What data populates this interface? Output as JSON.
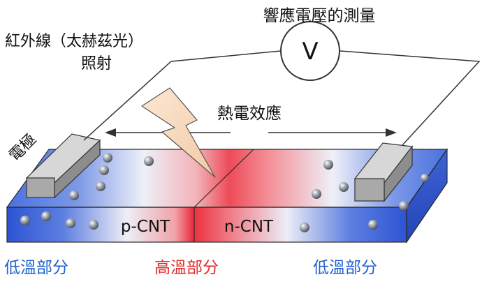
{
  "title": "響應電壓的測量",
  "illumination": {
    "line1": "紅外線（太赫茲光）",
    "line2": "照射"
  },
  "voltmeter_symbol": "V",
  "effect_label": "熱電效應",
  "electrode_label": "電極",
  "p_label": "p-CNT",
  "n_label": "n-CNT",
  "regions": {
    "left": "低溫部分",
    "center": "高溫部分",
    "right": "低溫部分"
  },
  "colors": {
    "cold": "#2f59d6",
    "hot": "#e8333f",
    "cold_text": "#1f5fcf",
    "hot_text": "#e12a2a"
  }
}
